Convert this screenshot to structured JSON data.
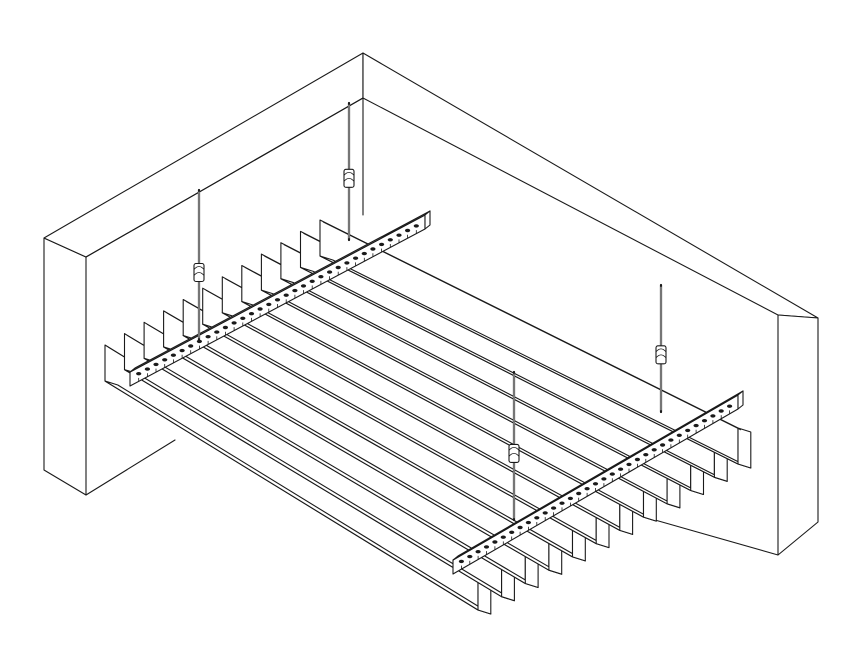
{
  "drawing": {
    "subject": "baffle-ceiling-assembly",
    "baffle_count": 12,
    "carrier_count": 2,
    "hanger_count": 4,
    "line_color": "#1a1a1a",
    "background": "#ffffff"
  }
}
